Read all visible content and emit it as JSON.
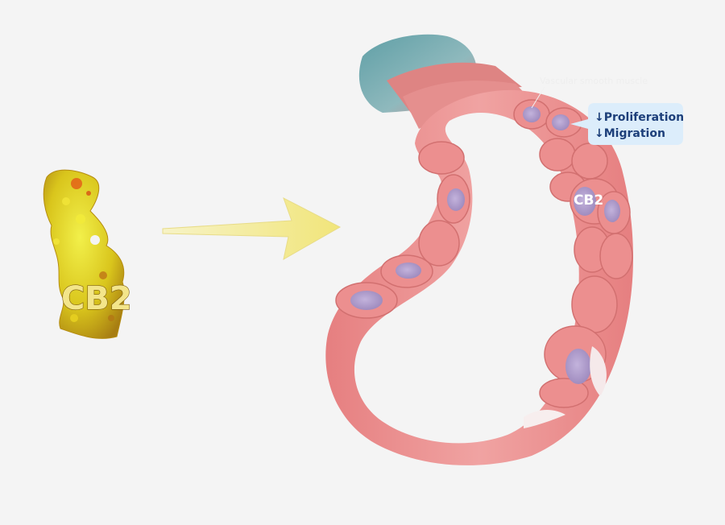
{
  "labels": {
    "protein_label": "CB2",
    "cell_type_label": "Vascular smooth muscle",
    "receptor_label": "CB2"
  },
  "effects": [
    {
      "arrow": "↓",
      "text": "Proliferation"
    },
    {
      "arrow": "↓",
      "text": "Migration"
    }
  ],
  "colors": {
    "background": "#f4f4f4",
    "vessel_wall": "#e98d8d",
    "cell_fill": "#ec8f8f",
    "nucleus": "#b3a0cc",
    "arrow": "#f4ec8f",
    "protein": "#d7c51a",
    "callout": "#dcedfb",
    "callout_text": "#1d3f7a",
    "adventitia": "#6aa8ad"
  },
  "icons": [
    "cb2-protein-structure",
    "yellow-right-arrow",
    "blood-vessel-cross-section"
  ]
}
